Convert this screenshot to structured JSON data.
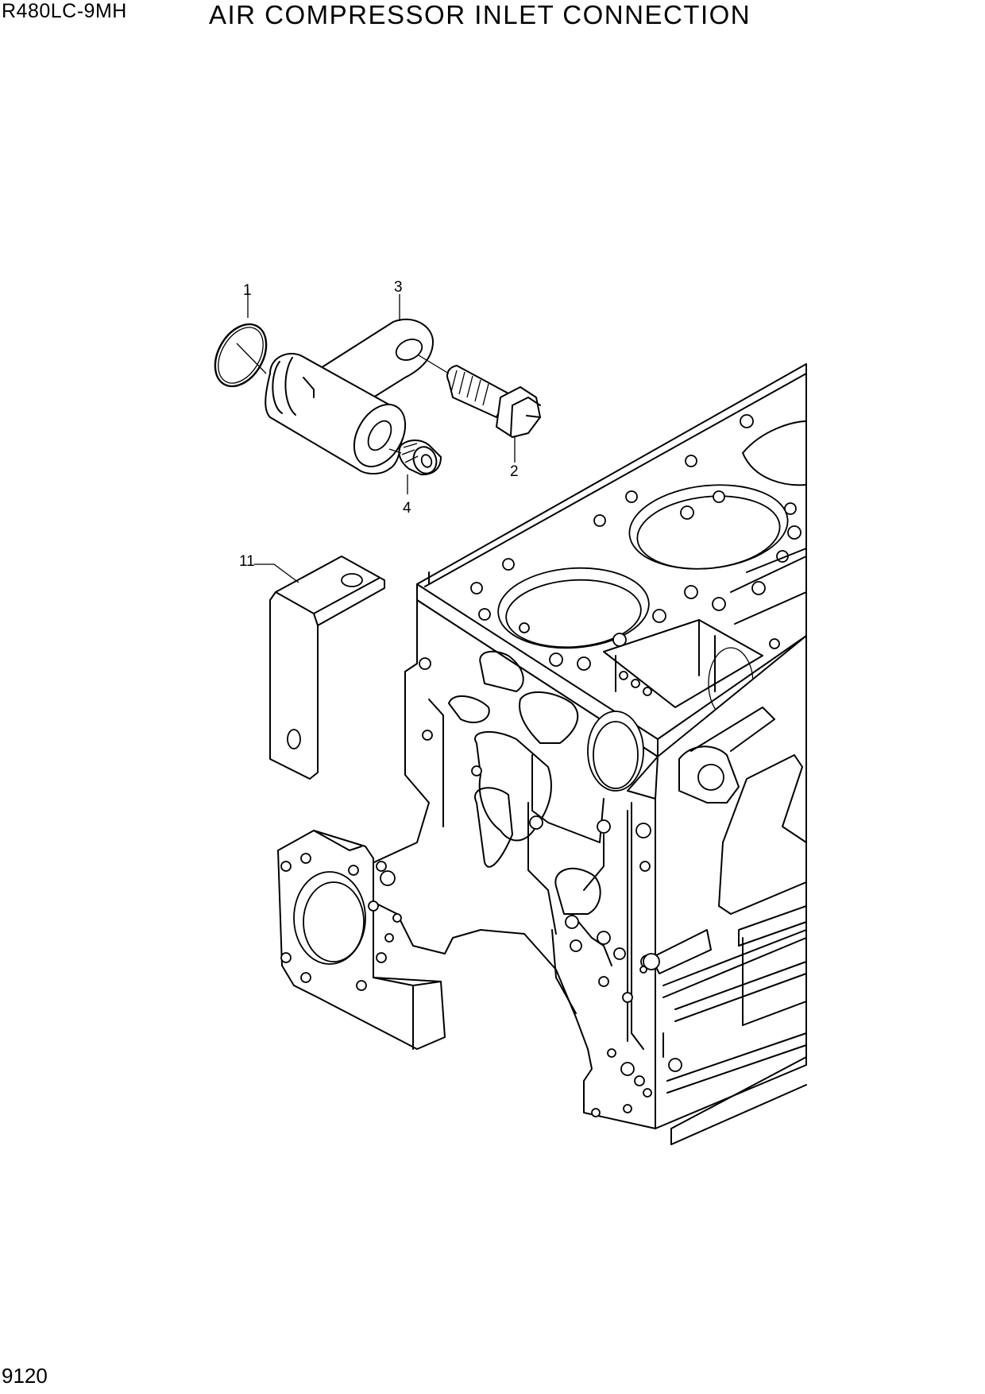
{
  "header": {
    "model": "R480LC-9MH",
    "title": "AIR COMPRESSOR INLET CONNECTION"
  },
  "footer": {
    "page_number": "9120"
  },
  "callouts": [
    {
      "number": "1"
    },
    {
      "number": "3"
    },
    {
      "number": "2"
    },
    {
      "number": "4"
    },
    {
      "number": "11"
    }
  ]
}
